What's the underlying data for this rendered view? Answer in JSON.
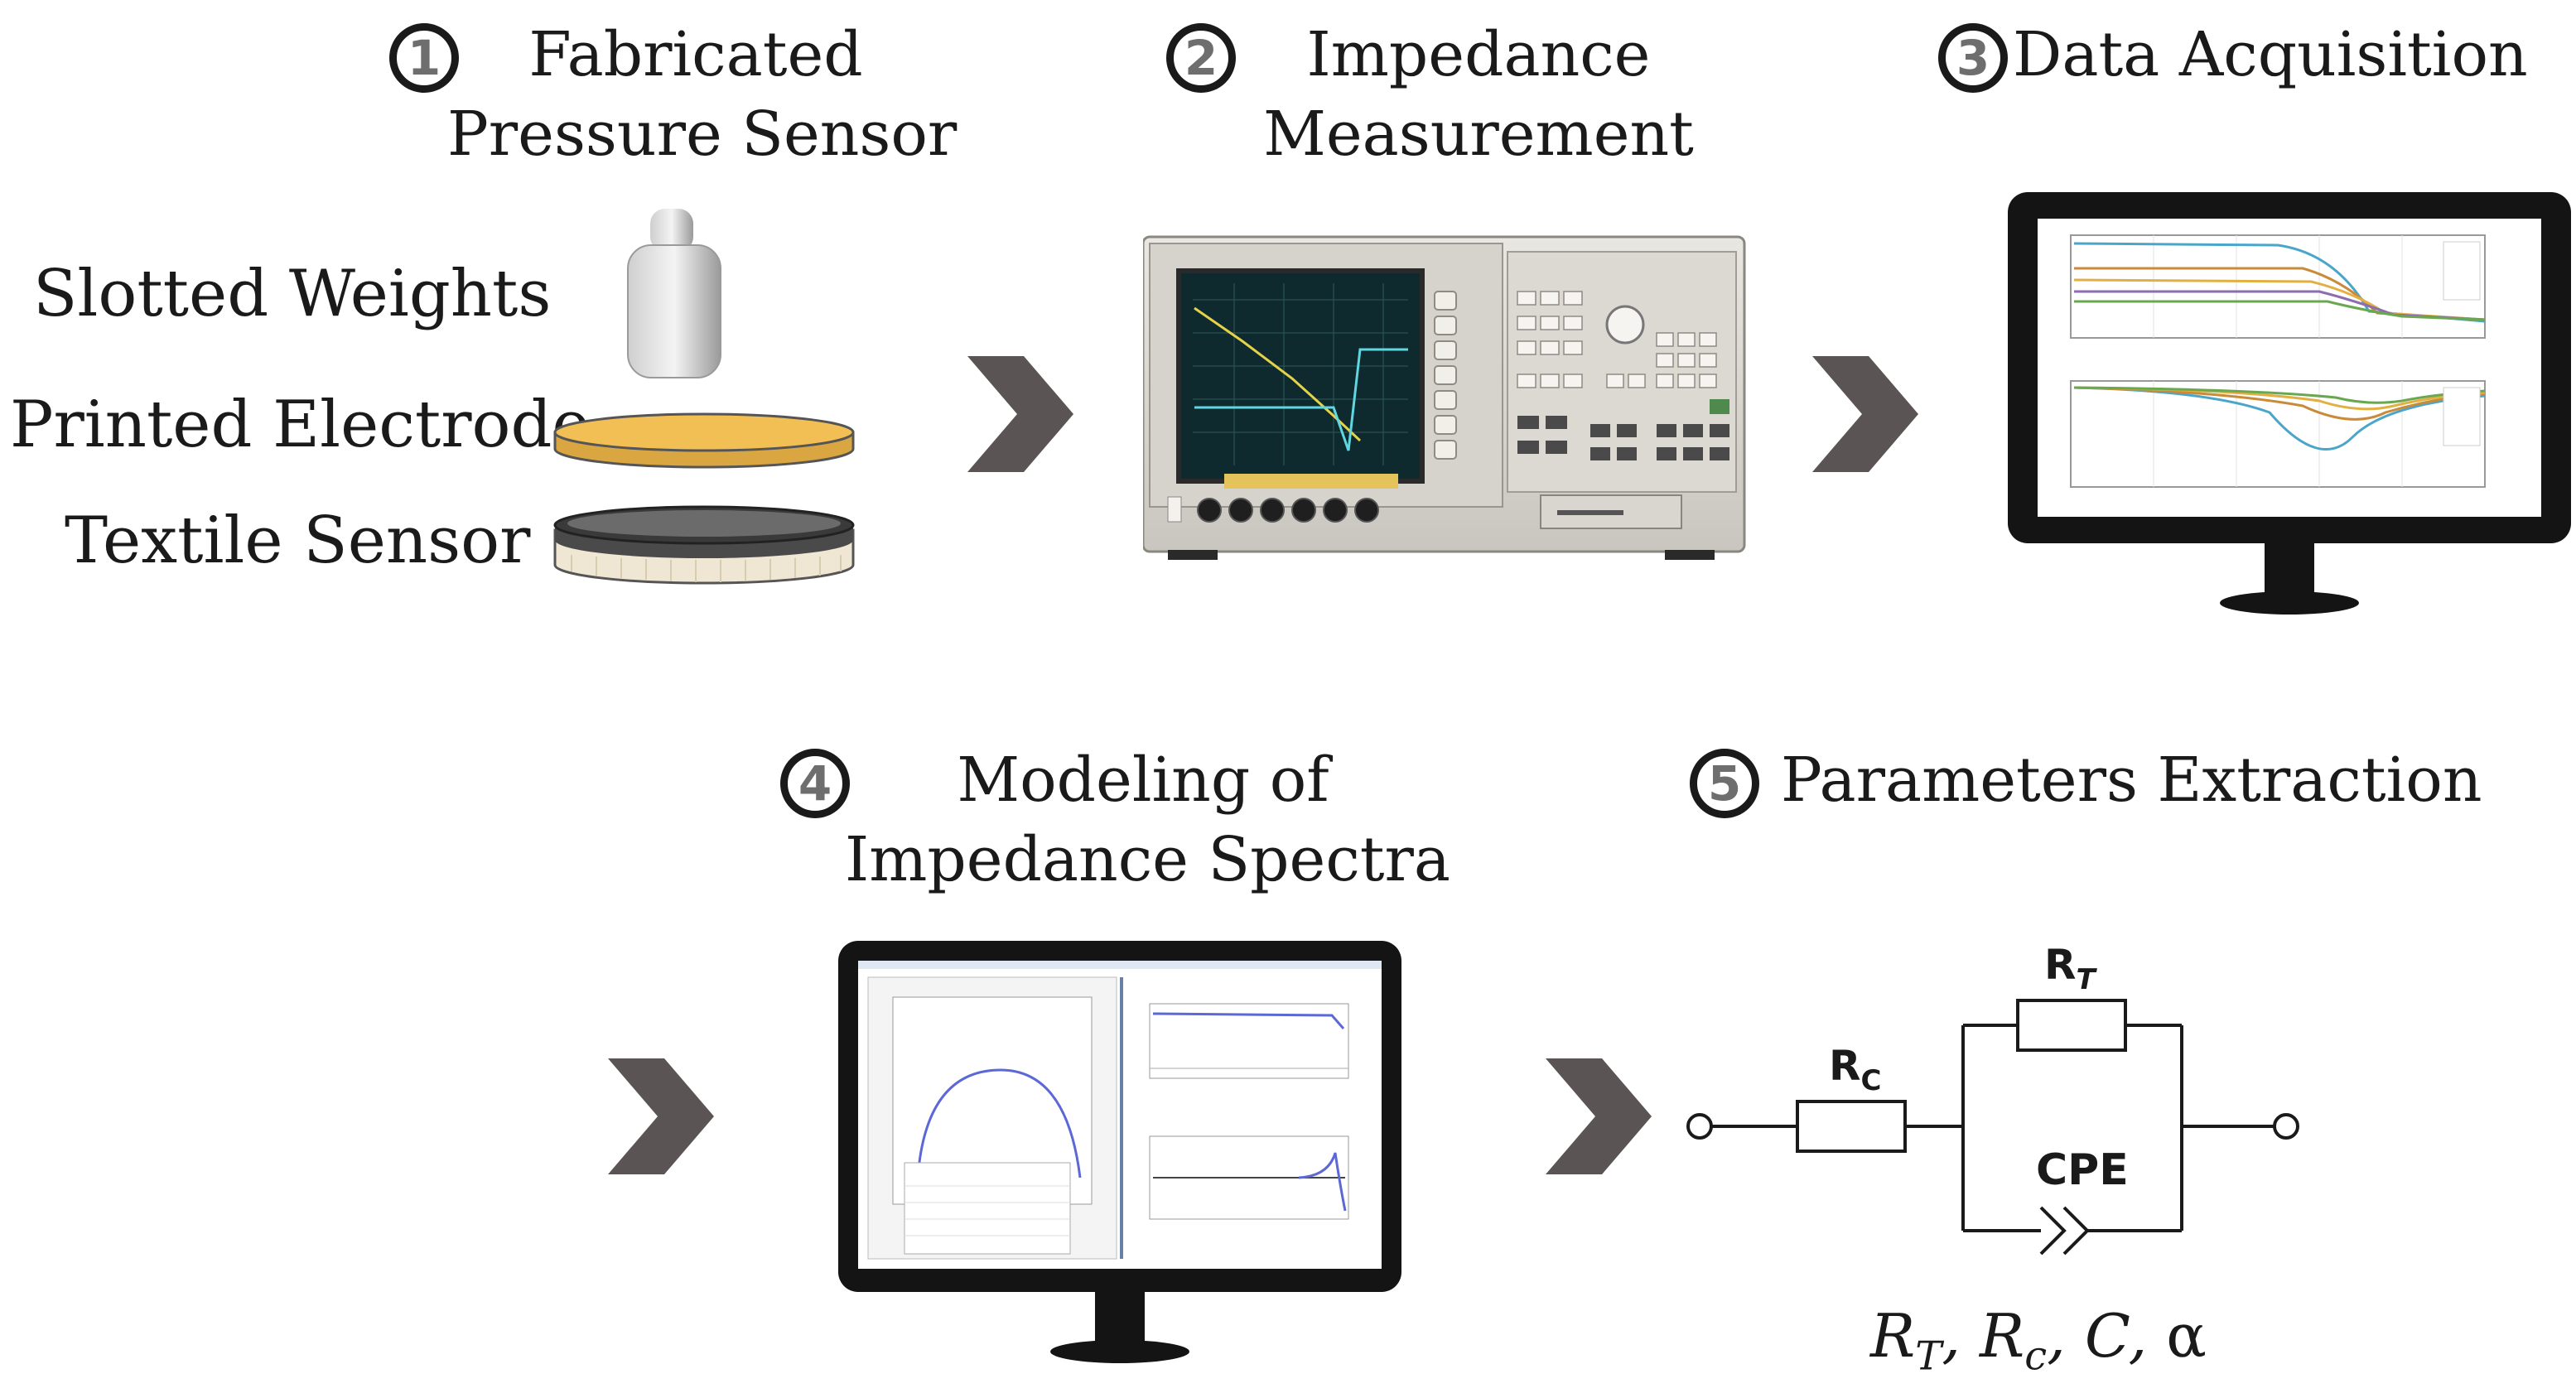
{
  "steps": [
    {
      "number": "1",
      "title_lines": [
        "Fabricated",
        "Pressure Sensor"
      ]
    },
    {
      "number": "2",
      "title_lines": [
        "Impedance",
        "Measurement"
      ]
    },
    {
      "number": "3",
      "title_lines": [
        "Data Acquisition"
      ]
    },
    {
      "number": "4",
      "title_lines": [
        "Modeling of",
        "Impedance Spectra"
      ]
    },
    {
      "number": "5",
      "title_lines": [
        "Parameters Extraction"
      ]
    }
  ],
  "sensor_stack": {
    "labels": [
      "Slotted Weights",
      "Printed Electrode",
      "Textile Sensor"
    ],
    "colors": {
      "weight": "#e4e4e4",
      "electrode": "#f2bf55",
      "textile_top": "#3a3a3a",
      "textile_base": "#efe6d4"
    }
  },
  "circuit": {
    "rc_label": "R",
    "rc_sub": "C",
    "rt_label": "R",
    "rt_sub": "T",
    "cpe_label": "CPE",
    "parameters": {
      "rt": "R",
      "rt_sub": "T",
      "rc": "R",
      "rc_sub": "c",
      "c": "C",
      "alpha": "α"
    }
  },
  "arrow_color": "#5a5554"
}
